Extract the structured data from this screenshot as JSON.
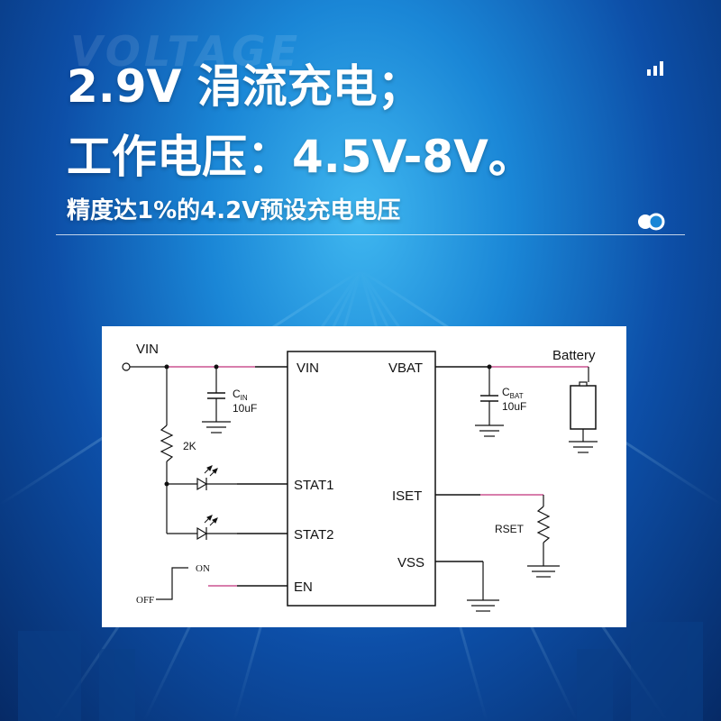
{
  "banner": {
    "watermark": "VOLTAGE",
    "headline_line1": "2.9V 涓流充电；",
    "headline_line2": "工作电压：4.5V-8V。",
    "subheadline": "精度达1%的4.2V预设充电电压"
  },
  "icons": [
    "signal-bars-icon",
    "toggle-circles-icon"
  ],
  "colors": {
    "background": "#1a86d6",
    "wire_accent": "#c0307a",
    "text": "#ffffff"
  },
  "schematic": {
    "chip_pins_left": [
      "VIN",
      "STAT1",
      "STAT2",
      "EN"
    ],
    "chip_pins_right": [
      "VBAT",
      "ISET",
      "VSS"
    ],
    "vin_label": "VIN",
    "battery_label": "Battery",
    "cin_label": "C",
    "cin_sub": "IN",
    "cin_value": "10uF",
    "cbat_label": "C",
    "cbat_sub": "BAT",
    "cbat_value": "10uF",
    "resistor_label": "2K",
    "rset_label": "RSET",
    "switch_on": "ON",
    "switch_off": "OFF"
  }
}
